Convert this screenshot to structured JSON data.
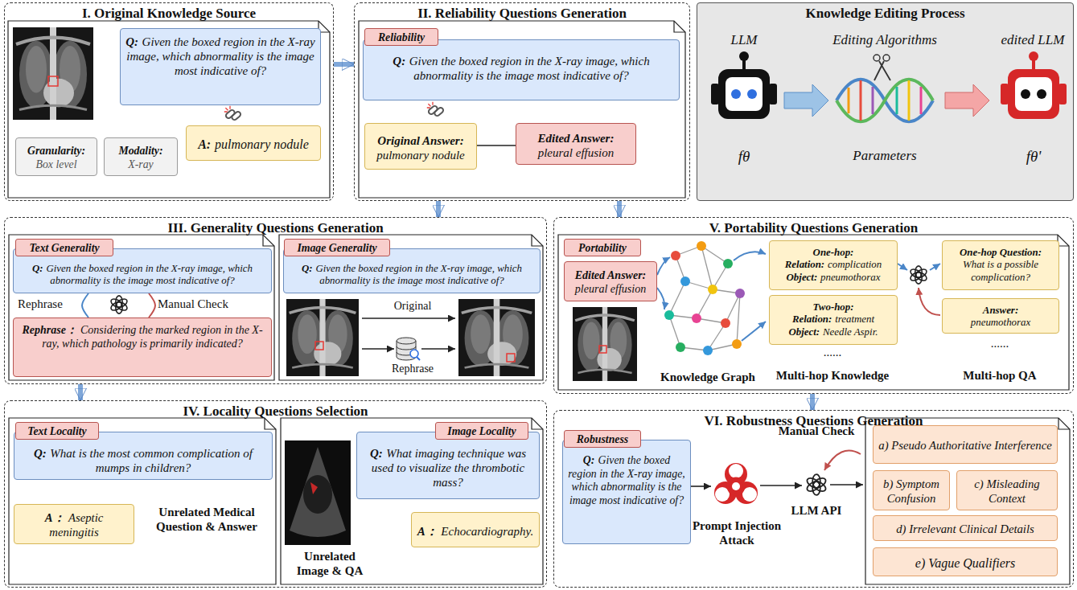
{
  "diagram": {
    "nodes": [
      {
        "text": [
          "I. Original Knowledge Source"
        ]
      },
      {
        "text": [
          "Q:",
          "Given the boxed region in the X-ray image, which abnormality is the image most indicative of?"
        ],
        "in": 0
      },
      {
        "text": [
          "Granularity:",
          "Box level"
        ],
        "in": 0
      },
      {
        "text": [
          "Modality:",
          "X-ray"
        ],
        "in": 0
      },
      {
        "text": [
          "A:",
          "pulmonary nodule"
        ],
        "in": 0
      },
      {
        "text": [
          "II. Reliability Questions Generation"
        ]
      },
      {
        "text": [
          "Reliability"
        ],
        "in": 5
      },
      {
        "text": [
          "Q:",
          "Given the boxed region in the X-ray image, which abnormality is the image most indicative of?"
        ],
        "in": 5
      },
      {
        "text": [
          "Original Answer:",
          "pulmonary nodule"
        ],
        "in": 5
      },
      {
        "text": [
          "Edited Answer:",
          "pleural effusion"
        ],
        "in": 5
      },
      {
        "text": [
          "Knowledge Editing Process"
        ]
      },
      {
        "text": [
          "III. Generality Questions Generation"
        ]
      },
      {
        "text": [
          "Text Generality"
        ],
        "in": 11
      },
      {
        "text": [
          "Q:",
          "Given the boxed region in the X-ray image, which abnormality is the image most indicative of?"
        ],
        "in": 11
      },
      {
        "text": [
          "Rephrase：",
          "Considering the marked region in the X-ray, which pathology is primarily indicated?"
        ],
        "in": 11
      },
      {
        "text": [
          "Image Generality"
        ],
        "in": 11
      },
      {
        "text": [
          "Q:",
          "Given the boxed region in the X-ray image, which abnormality is the image most indicative of?"
        ],
        "in": 11
      },
      {
        "text": [
          "V. Portability Questions Generation"
        ]
      },
      {
        "text": [
          "Portability"
        ],
        "in": 17
      },
      {
        "text": [
          "Edited Answer:",
          "pleural effusion"
        ],
        "in": 17
      },
      {
        "text": [
          "One-hop:",
          "Relation:",
          "complication",
          "Object:",
          "pneumothorax"
        ],
        "in": 17
      },
      {
        "text": [
          "Two-hop:",
          "Relation:",
          "treatment",
          "Object:",
          "Needle Aspir."
        ],
        "in": 17
      },
      {
        "text": [
          "One-hop Question:",
          "What is a possible complication?"
        ],
        "in": 17
      },
      {
        "text": [
          "Answer:",
          "pneumothorax"
        ],
        "in": 17
      },
      {
        "text": [
          "IV. Locality Questions Selection"
        ]
      },
      {
        "text": [
          "Text Locality"
        ],
        "in": 24
      },
      {
        "text": [
          "Q:",
          "What is the most common complication of mumps in children?"
        ],
        "in": 24
      },
      {
        "text": [
          "A：",
          "Aseptic meningitis"
        ],
        "in": 24
      },
      {
        "text": [
          "Image Locality"
        ],
        "in": 24
      },
      {
        "text": [
          "Q:",
          "What imaging technique was used to visualize the thrombotic mass?"
        ],
        "in": 24
      },
      {
        "text": [
          "A：",
          "Echocardiography."
        ],
        "in": 24
      },
      {
        "text": [
          "VI. Robustness Questions Generation"
        ]
      },
      {
        "text": [
          "Robustness"
        ],
        "in": 31
      },
      {
        "text": [
          "Q:",
          "Given the boxed region in the X-ray image, which abnormality is the image most indicative of?"
        ],
        "in": 31
      },
      {
        "text": [
          "a) Pseudo Authoritative Interference"
        ],
        "in": 31
      },
      {
        "text": [
          "b) Symptom Confusion"
        ],
        "in": 31
      },
      {
        "text": [
          "c) Misleading Context"
        ],
        "in": 31
      },
      {
        "text": [
          "d) Irrelevant Clinical Details"
        ],
        "in": 31
      },
      {
        "text": [
          "e) Vague Qualifiers"
        ],
        "in": 31
      }
    ],
    "edges": [
      {
        "from": 0,
        "to": 5,
        "arrow": "to"
      },
      {
        "from": 5,
        "to": 11,
        "arrow": "to"
      },
      {
        "from": 5,
        "to": 17,
        "arrow": "to"
      },
      {
        "from": 11,
        "to": 24,
        "arrow": "to"
      },
      {
        "from": 17,
        "to": 31,
        "arrow": "to"
      },
      {
        "from": 8,
        "to": 9,
        "arrow": "to"
      },
      {
        "from": 13,
        "to": 14,
        "arrow": "to"
      },
      {
        "from": 14,
        "to": 13,
        "arrow": "to"
      }
    ],
    "labels": [
      "LLM",
      "Editing Algorithms",
      "edited LLM",
      "fθ",
      "Parameters",
      "fθ'",
      "Rephrase",
      "Manual Check",
      "Original",
      "Rephrase",
      "Unrelated Medical Question & Answer",
      "Unrelated Image & QA",
      "Knowledge Graph",
      "......",
      "Multi-hop Knowledge",
      "......",
      "Multi-hop QA",
      "Prompt Injection Attack",
      "Manual Check",
      "LLM API"
    ]
  }
}
